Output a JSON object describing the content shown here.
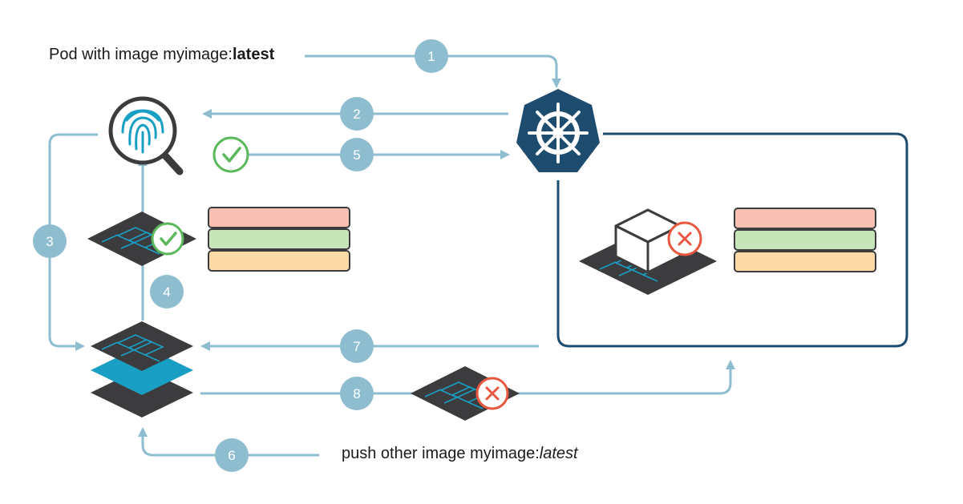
{
  "labels": {
    "top_prefix": "Pod with image myimage:",
    "top_tag": "latest",
    "bottom_prefix": "push other image myimage:",
    "bottom_tag": "latest"
  },
  "steps": [
    "1",
    "2",
    "3",
    "4",
    "5",
    "6",
    "7",
    "8"
  ],
  "colors": {
    "arrow": "#8fbdd0",
    "step_circle": "#8fbdd0",
    "k8s_badge": "#1d4c6e",
    "node_border": "#1d4c6e",
    "layer_dark": "#3c3c3e",
    "layer_teal": "#1a9fc4",
    "check_green": "#5cb85c",
    "cross_red": "#e8573f",
    "bar_red": "#f8c0b2",
    "bar_green": "#c7e5b8",
    "bar_orange": "#fdd9a8",
    "fingerprint": "#1a9fc4"
  },
  "icons": [
    "fingerprint-search-icon",
    "kubernetes-helm-icon",
    "check-icon",
    "cross-icon",
    "box-icon"
  ]
}
